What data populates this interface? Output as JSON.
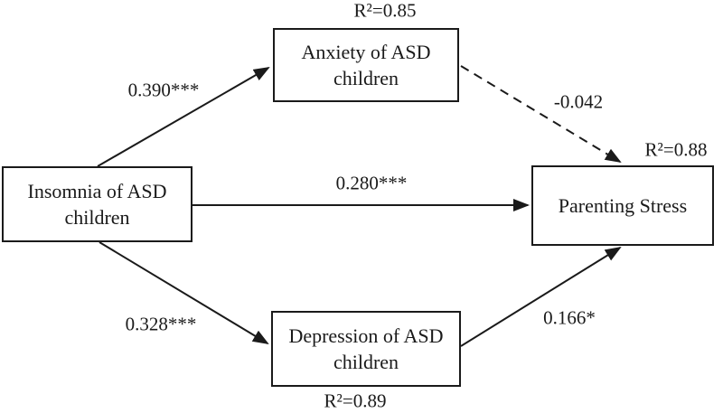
{
  "figure": {
    "background_color": "#ffffff",
    "line_color": "#1a1a1a",
    "nodes": {
      "insomnia": {
        "label": "Insomnia of ASD children"
      },
      "anxiety": {
        "label": "Anxiety of ASD children",
        "r2": "R²=0.85"
      },
      "depression": {
        "label": "Depression of ASD children",
        "r2": "R²=0.89"
      },
      "parenting": {
        "label": "Parenting Stress",
        "r2": "R²=0.88"
      }
    },
    "paths": {
      "insomnia_to_anxiety": {
        "coefficient": "0.390***",
        "style": "solid"
      },
      "insomnia_to_parenting": {
        "coefficient": "0.280***",
        "style": "solid"
      },
      "insomnia_to_depression": {
        "coefficient": "0.328***",
        "style": "solid"
      },
      "anxiety_to_parenting": {
        "coefficient": "-0.042",
        "style": "dashed"
      },
      "depression_to_parenting": {
        "coefficient": "0.166*",
        "style": "solid"
      }
    }
  }
}
